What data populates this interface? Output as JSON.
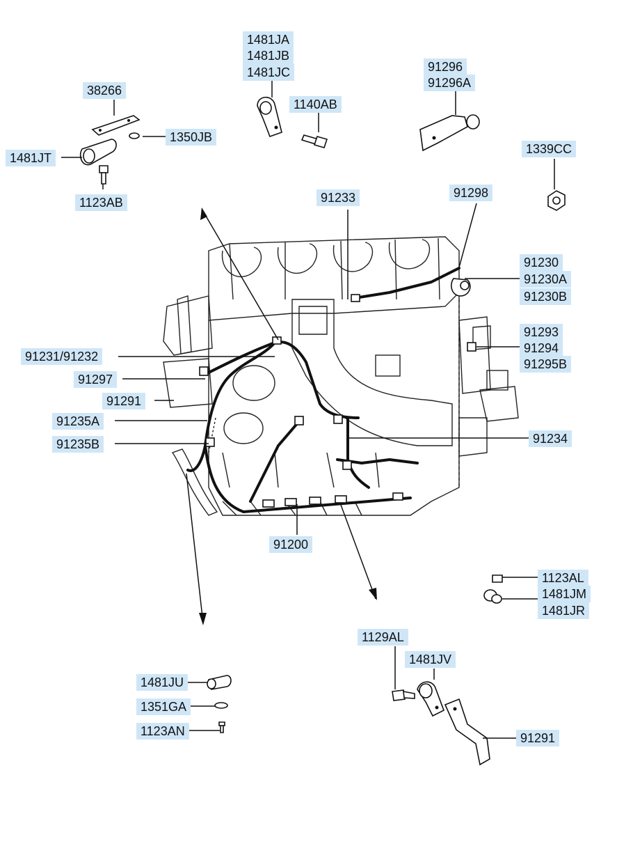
{
  "diagram": {
    "labels": {
      "p38266": "38266",
      "p1481JT": "1481JT",
      "p1350JB": "1350JB",
      "p1123AB": "1123AB",
      "p1481JA": "1481JA",
      "p1481JB": "1481JB",
      "p1481JC": "1481JC",
      "p1140AB": "1140AB",
      "p91296": "91296",
      "p91296A": "91296A",
      "p1339CC": "1339CC",
      "p91233": "91233",
      "p91298": "91298",
      "p91230": "91230",
      "p91230A": "91230A",
      "p91230B": "91230B",
      "p91293": "91293",
      "p91294": "91294",
      "p91295B": "91295B",
      "p91231_91232": "91231/91232",
      "p91297": "91297",
      "p91291_top": "91291",
      "p91235A": "91235A",
      "p91235B": "91235B",
      "p91234": "91234",
      "p91200": "91200",
      "p1123AL": "1123AL",
      "p1481JM": "1481JM",
      "p1481JR": "1481JR",
      "p1129AL": "1129AL",
      "p1481JV": "1481JV",
      "p1481JU": "1481JU",
      "p1351GA": "1351GA",
      "p1123AN": "1123AN",
      "p91291_bottom": "91291"
    }
  }
}
